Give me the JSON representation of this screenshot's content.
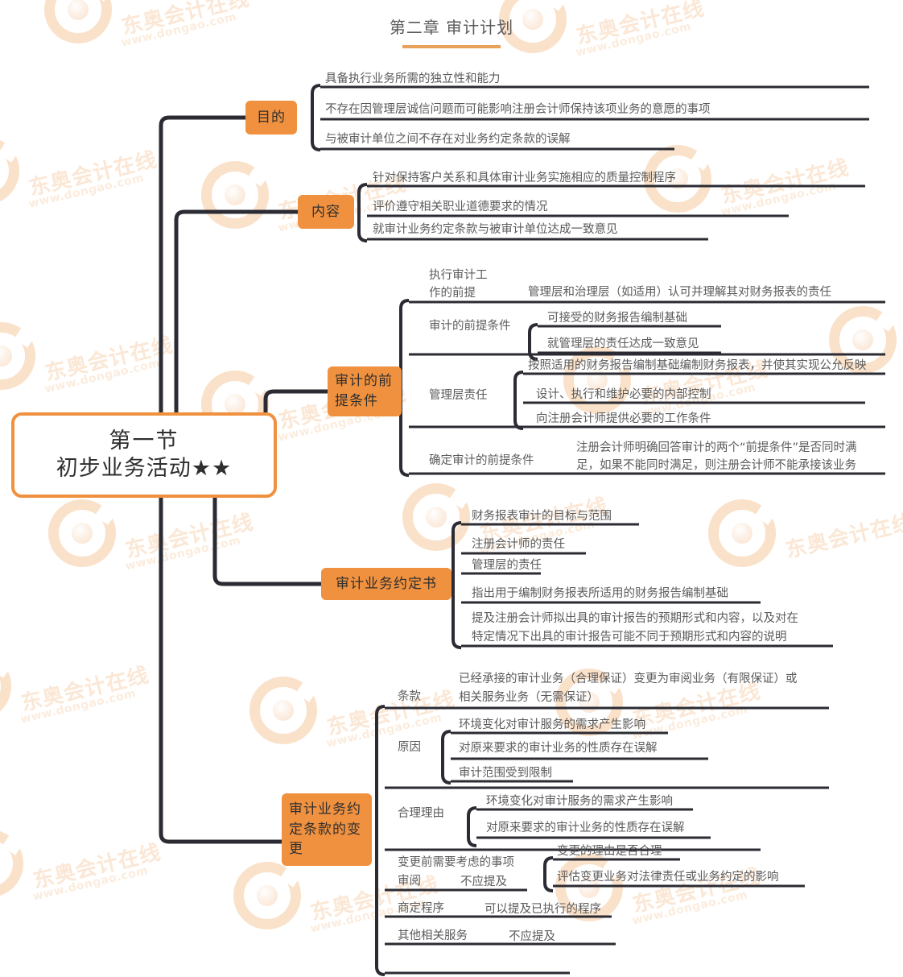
{
  "header": {
    "title": "第二章 审计计划",
    "accent": "#e8a15a"
  },
  "watermark": {
    "brand": "东奥会计在线",
    "url": "www.dongao.com",
    "color": "#f8d5b4"
  },
  "colors": {
    "node_orange": "#f0913f",
    "connector": "#2b2b33",
    "underline": "#2b2b33",
    "text": "#5b5b5b",
    "root_border": "#f0913f"
  },
  "root": {
    "line1": "第一节",
    "line2": "初步业务活动★★"
  },
  "branches": [
    {
      "id": "purpose",
      "label": "目的",
      "children": [
        {
          "text": "具备执行业务所需的独立性和能力"
        },
        {
          "text": "不存在因管理层诚信问题而可能影响注册会计师保持该项业务的意愿的事项"
        },
        {
          "text": "与被审计单位之间不存在对业务约定条款的误解"
        }
      ]
    },
    {
      "id": "content",
      "label": "内容",
      "children": [
        {
          "text": "针对保持客户关系和具体审计业务实施相应的质量控制程序"
        },
        {
          "text": "评价遵守相关职业道德要求的情况"
        },
        {
          "text": "就审计业务约定条款与被审计单位达成一致意见"
        }
      ]
    },
    {
      "id": "preconditions",
      "label": "审计的前提条件",
      "children": [
        {
          "text": "执行审计工\n作的前提",
          "leaves": [
            "管理层和治理层（如适用）认可并理解其对财务报表的责任"
          ]
        },
        {
          "text": "审计的前提条件",
          "leaves": [
            "可接受的财务报告编制基础",
            "就管理层的责任达成一致意见"
          ]
        },
        {
          "text": "管理层责任",
          "leaves": [
            "按照适用的财务报告编制基础编制财务报表，并使其实现公允反映",
            "设计、执行和维护必要的内部控制",
            "向注册会计师提供必要的工作条件"
          ]
        },
        {
          "text": "确定审计的前提条件",
          "leaves": [
            "注册会计师明确回答审计的两个“前提条件”是否同时满\n足，如果不能同时满足，则注册会计师不能承接该业务"
          ]
        }
      ]
    },
    {
      "id": "engagement-letter",
      "label": "审计业务约定书",
      "children": [
        {
          "text": "财务报表审计的目标与范围"
        },
        {
          "text": "注册会计师的责任"
        },
        {
          "text": "管理层的责任"
        },
        {
          "text": "指出用于编制财务报表所适用的财务报告编制基础"
        },
        {
          "text": "提及注册会计师拟出具的审计报告的预期形式和内容，以及对在\n特定情况下出具的审计报告可能不同于预期形式和内容的说明"
        }
      ]
    },
    {
      "id": "terms-change",
      "label": "审计业务约\n定条款的变\n更",
      "children": [
        {
          "text": "条款",
          "leaves": [
            "已经承接的审计业务（合理保证）变更为审阅业务（有限保证）或\n相关服务业务（无需保证）"
          ]
        },
        {
          "text": "原因",
          "leaves": [
            "环境变化对审计服务的需求产生影响",
            "对原来要求的审计业务的性质存在误解",
            "审计范围受到限制"
          ]
        },
        {
          "text": "合理理由",
          "leaves": [
            "环境变化对审计服务的需求产生影响",
            "对原来要求的审计业务的性质存在误解"
          ]
        },
        {
          "text": "变更前需要考虑的事项",
          "leaves": [
            "变更的理由是否合理",
            "评估变更业务对法律责任或业务约定的影响"
          ]
        },
        {
          "text": "审阅",
          "leaves": [
            "不应提及"
          ]
        },
        {
          "text": "商定程序",
          "leaves": [
            "可以提及已执行的程序"
          ]
        },
        {
          "text": "其他相关服务",
          "leaves": [
            "不应提及"
          ]
        }
      ]
    }
  ]
}
